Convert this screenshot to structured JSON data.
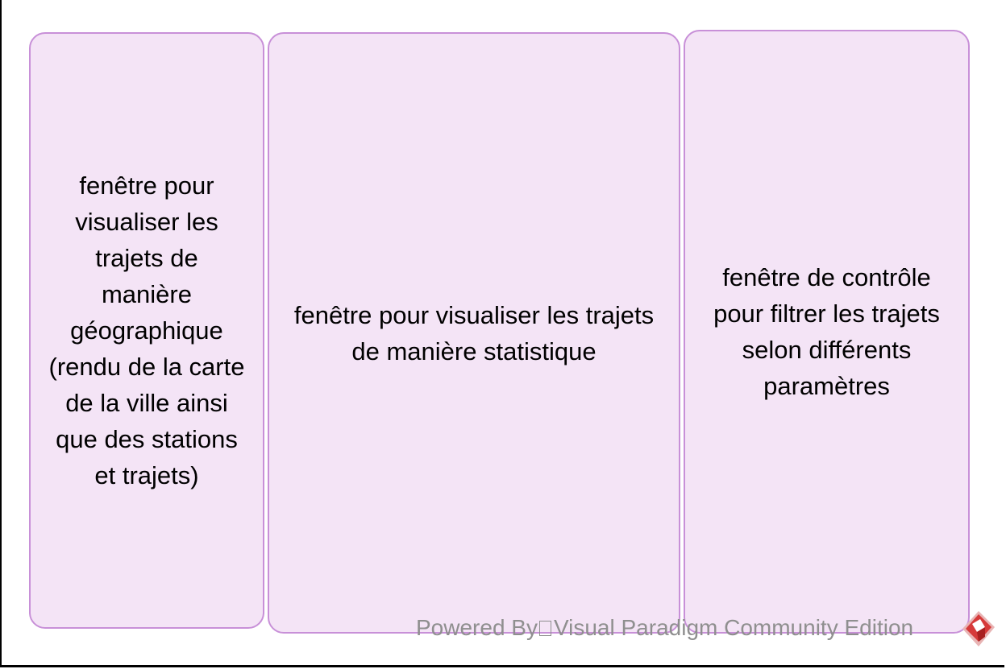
{
  "diagram": {
    "boxes": [
      {
        "id": "geo",
        "text": "fenêtre pour\nvisualiser les\ntrajets de\nmanière\ngéographique\n(rendu de la carte\nde la ville ainsi\nque des stations\net trajets)"
      },
      {
        "id": "stat",
        "text": "fenêtre pour visualiser les trajets\nde manière statistique"
      },
      {
        "id": "ctrl",
        "text": "fenêtre de contrôle\npour filtrer les trajets\nselon différents\nparamètres"
      }
    ],
    "box_fill": "#f4e4f6",
    "box_border": "#c890d8"
  },
  "watermark": {
    "prefix": "Powered By",
    "suffix": "Visual Paradigm Community Edition",
    "logo_icon": "visual-paradigm-logo-icon"
  }
}
